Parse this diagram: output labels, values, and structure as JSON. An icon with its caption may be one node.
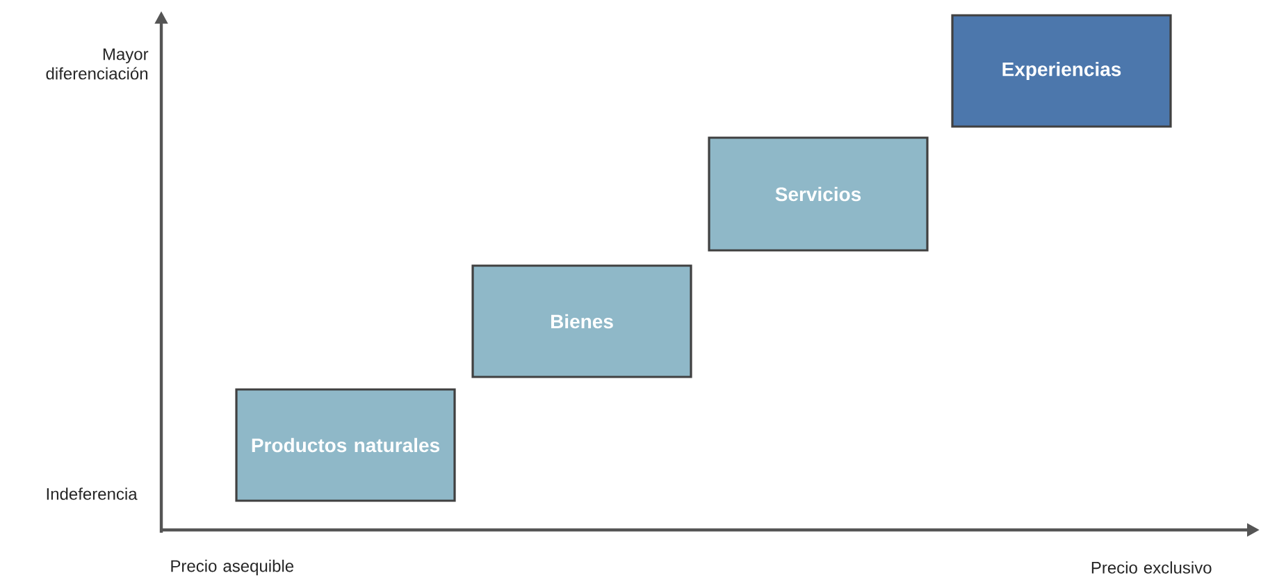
{
  "diagram": {
    "nodes": [
      {
        "text": [
          "Productos naturales"
        ]
      },
      {
        "text": [
          "Bienes"
        ]
      },
      {
        "text": [
          "Servicios"
        ]
      },
      {
        "text": [
          "Experiencias"
        ]
      }
    ],
    "labels": [
      "Mayor diferenciación",
      "Indeferencia",
      "Precio asequible",
      "Precio exclusivo"
    ]
  }
}
